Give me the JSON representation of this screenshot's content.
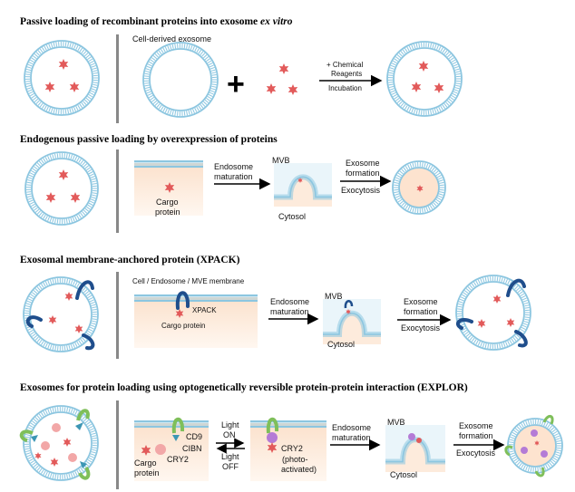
{
  "colors": {
    "membrane": "#8cc6e0",
    "star": "#e25a5a",
    "xpack": "#1f4e8c",
    "cd9": "#7fbf5a",
    "cry2": "#b47bd6",
    "cibn": "#3c96b4",
    "cargo_bg": "#fde8d7",
    "divider": "#888888"
  },
  "sections": [
    {
      "title": "Passive loading of recombinant proteins into exosome ",
      "title_italic": "ex vitro",
      "labels": {
        "exosome": "Cell-derived exosome",
        "plus": "+",
        "chem1": "+ Chemical",
        "chem2": "Reagents",
        "incubation": "Incubation"
      }
    },
    {
      "title": "Endogenous passive loading by overexpression of proteins",
      "labels": {
        "endo1": "Endosome",
        "endo2": "maturation",
        "mvb": "MVB",
        "cytosol": "Cytosol",
        "cargo1": "Cargo",
        "cargo2": "protein",
        "exo1": "Exosome",
        "exo2": "formation",
        "exo3": "Exocytosis"
      }
    },
    {
      "title": "Exosomal membrane-anchored protein (XPACK)",
      "labels": {
        "membrane": "Cell / Endosome / MVE membrane",
        "xpack": "XPACK",
        "cargo": "Cargo protein",
        "endo1": "Endosome",
        "endo2": "maturation",
        "mvb": "MVB",
        "cytosol": "Cytosol",
        "exo1": "Exosome",
        "exo2": "formation",
        "exo3": "Exocytosis"
      }
    },
    {
      "title": "Exosomes for protein loading using optogenetically reversible protein-protein interaction (EXPLOR)",
      "labels": {
        "cd9": "CD9",
        "cibn": "CIBN",
        "cry2": "CRY2",
        "cargo1": "Cargo",
        "cargo2": "protein",
        "light_on1": "Light",
        "light_on2": "ON",
        "light_off1": "Light",
        "light_off2": "OFF",
        "cry2b": "CRY2",
        "photo1": "(photo-",
        "photo2": "activated)",
        "endo1": "Endosome",
        "endo2": "maturation",
        "mvb": "MVB",
        "cytosol": "Cytosol",
        "exo1": "Exosome",
        "exo2": "formation",
        "exo3": "Exocytosis"
      }
    }
  ]
}
